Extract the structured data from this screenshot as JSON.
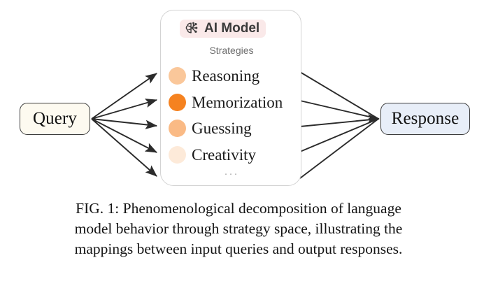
{
  "figure": {
    "input_node": {
      "label": "Query",
      "fill": "#fdfaf0",
      "border": "#3b3b3b"
    },
    "output_node": {
      "label": "Response",
      "fill": "#e8eef8",
      "border": "#3b3b3b"
    },
    "model_panel": {
      "badge_label": "AI Model",
      "badge_icon": "brain-network-icon",
      "badge_fill": "#fae9e9",
      "subtitle": "Strategies",
      "border": "#d3d3d3",
      "ellipsis": "···",
      "strategies": [
        {
          "label": "Reasoning",
          "dot_color": "#f58220",
          "dot_opacity": 0.45
        },
        {
          "label": "Memorization",
          "dot_color": "#f58220",
          "dot_opacity": 1.0
        },
        {
          "label": "Guessing",
          "dot_color": "#f58220",
          "dot_opacity": 0.55
        },
        {
          "label": "Creativity",
          "dot_color": "#f58220",
          "dot_opacity": 0.17
        }
      ]
    },
    "arrows": {
      "color": "#2b2b2b",
      "inbound_count": 5,
      "outbound_count": 5
    }
  },
  "caption": {
    "line1": "FIG. 1: Phenomenological decomposition of language",
    "line2": "model behavior through strategy space, illustrating the",
    "line3": "mappings between input queries and output responses."
  }
}
